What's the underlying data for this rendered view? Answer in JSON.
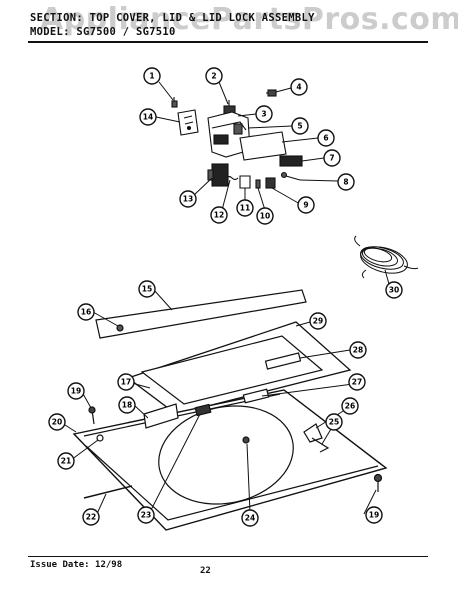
{
  "header": {
    "section_line": "SECTION: TOP COVER, LID & LID LOCK ASSEMBLY",
    "model_line": "MODEL: SG7500 / SG7510"
  },
  "watermark": "AppliancePartsPros.com",
  "footer": {
    "issue": "Issue Date: 12/98",
    "page": "22"
  },
  "callouts": [
    "1",
    "2",
    "3",
    "4",
    "5",
    "6",
    "7",
    "8",
    "9",
    "10",
    "11",
    "12",
    "13",
    "14",
    "15",
    "16",
    "17",
    "18",
    "19",
    "19",
    "20",
    "21",
    "22",
    "23",
    "24",
    "25",
    "26",
    "27",
    "28",
    "29",
    "30"
  ]
}
